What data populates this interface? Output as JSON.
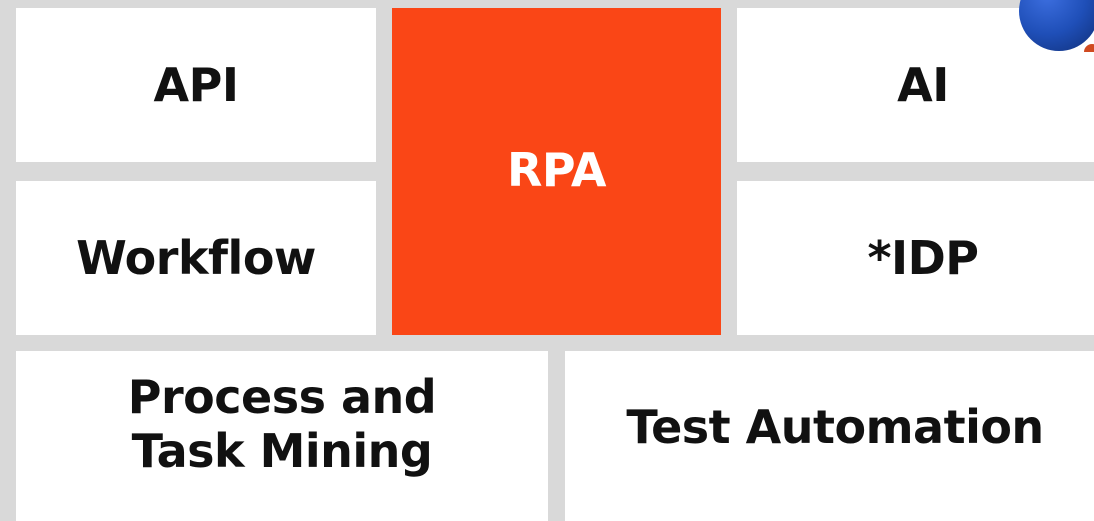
{
  "tiles": {
    "api": "API",
    "rpa": "RPA",
    "ai": "AI",
    "workflow": "Workflow",
    "idp": "*IDP",
    "process_line1": "Process and",
    "process_line2": "Task Mining",
    "test_automation": "Test Automation"
  },
  "colors": {
    "rpa_accent": "#fa4616",
    "background": "#d9d9d9",
    "tile": "#ffffff",
    "corner_ball": "#1f4fb8"
  },
  "decoration": {
    "corner_icon": "blue-ball-icon"
  }
}
